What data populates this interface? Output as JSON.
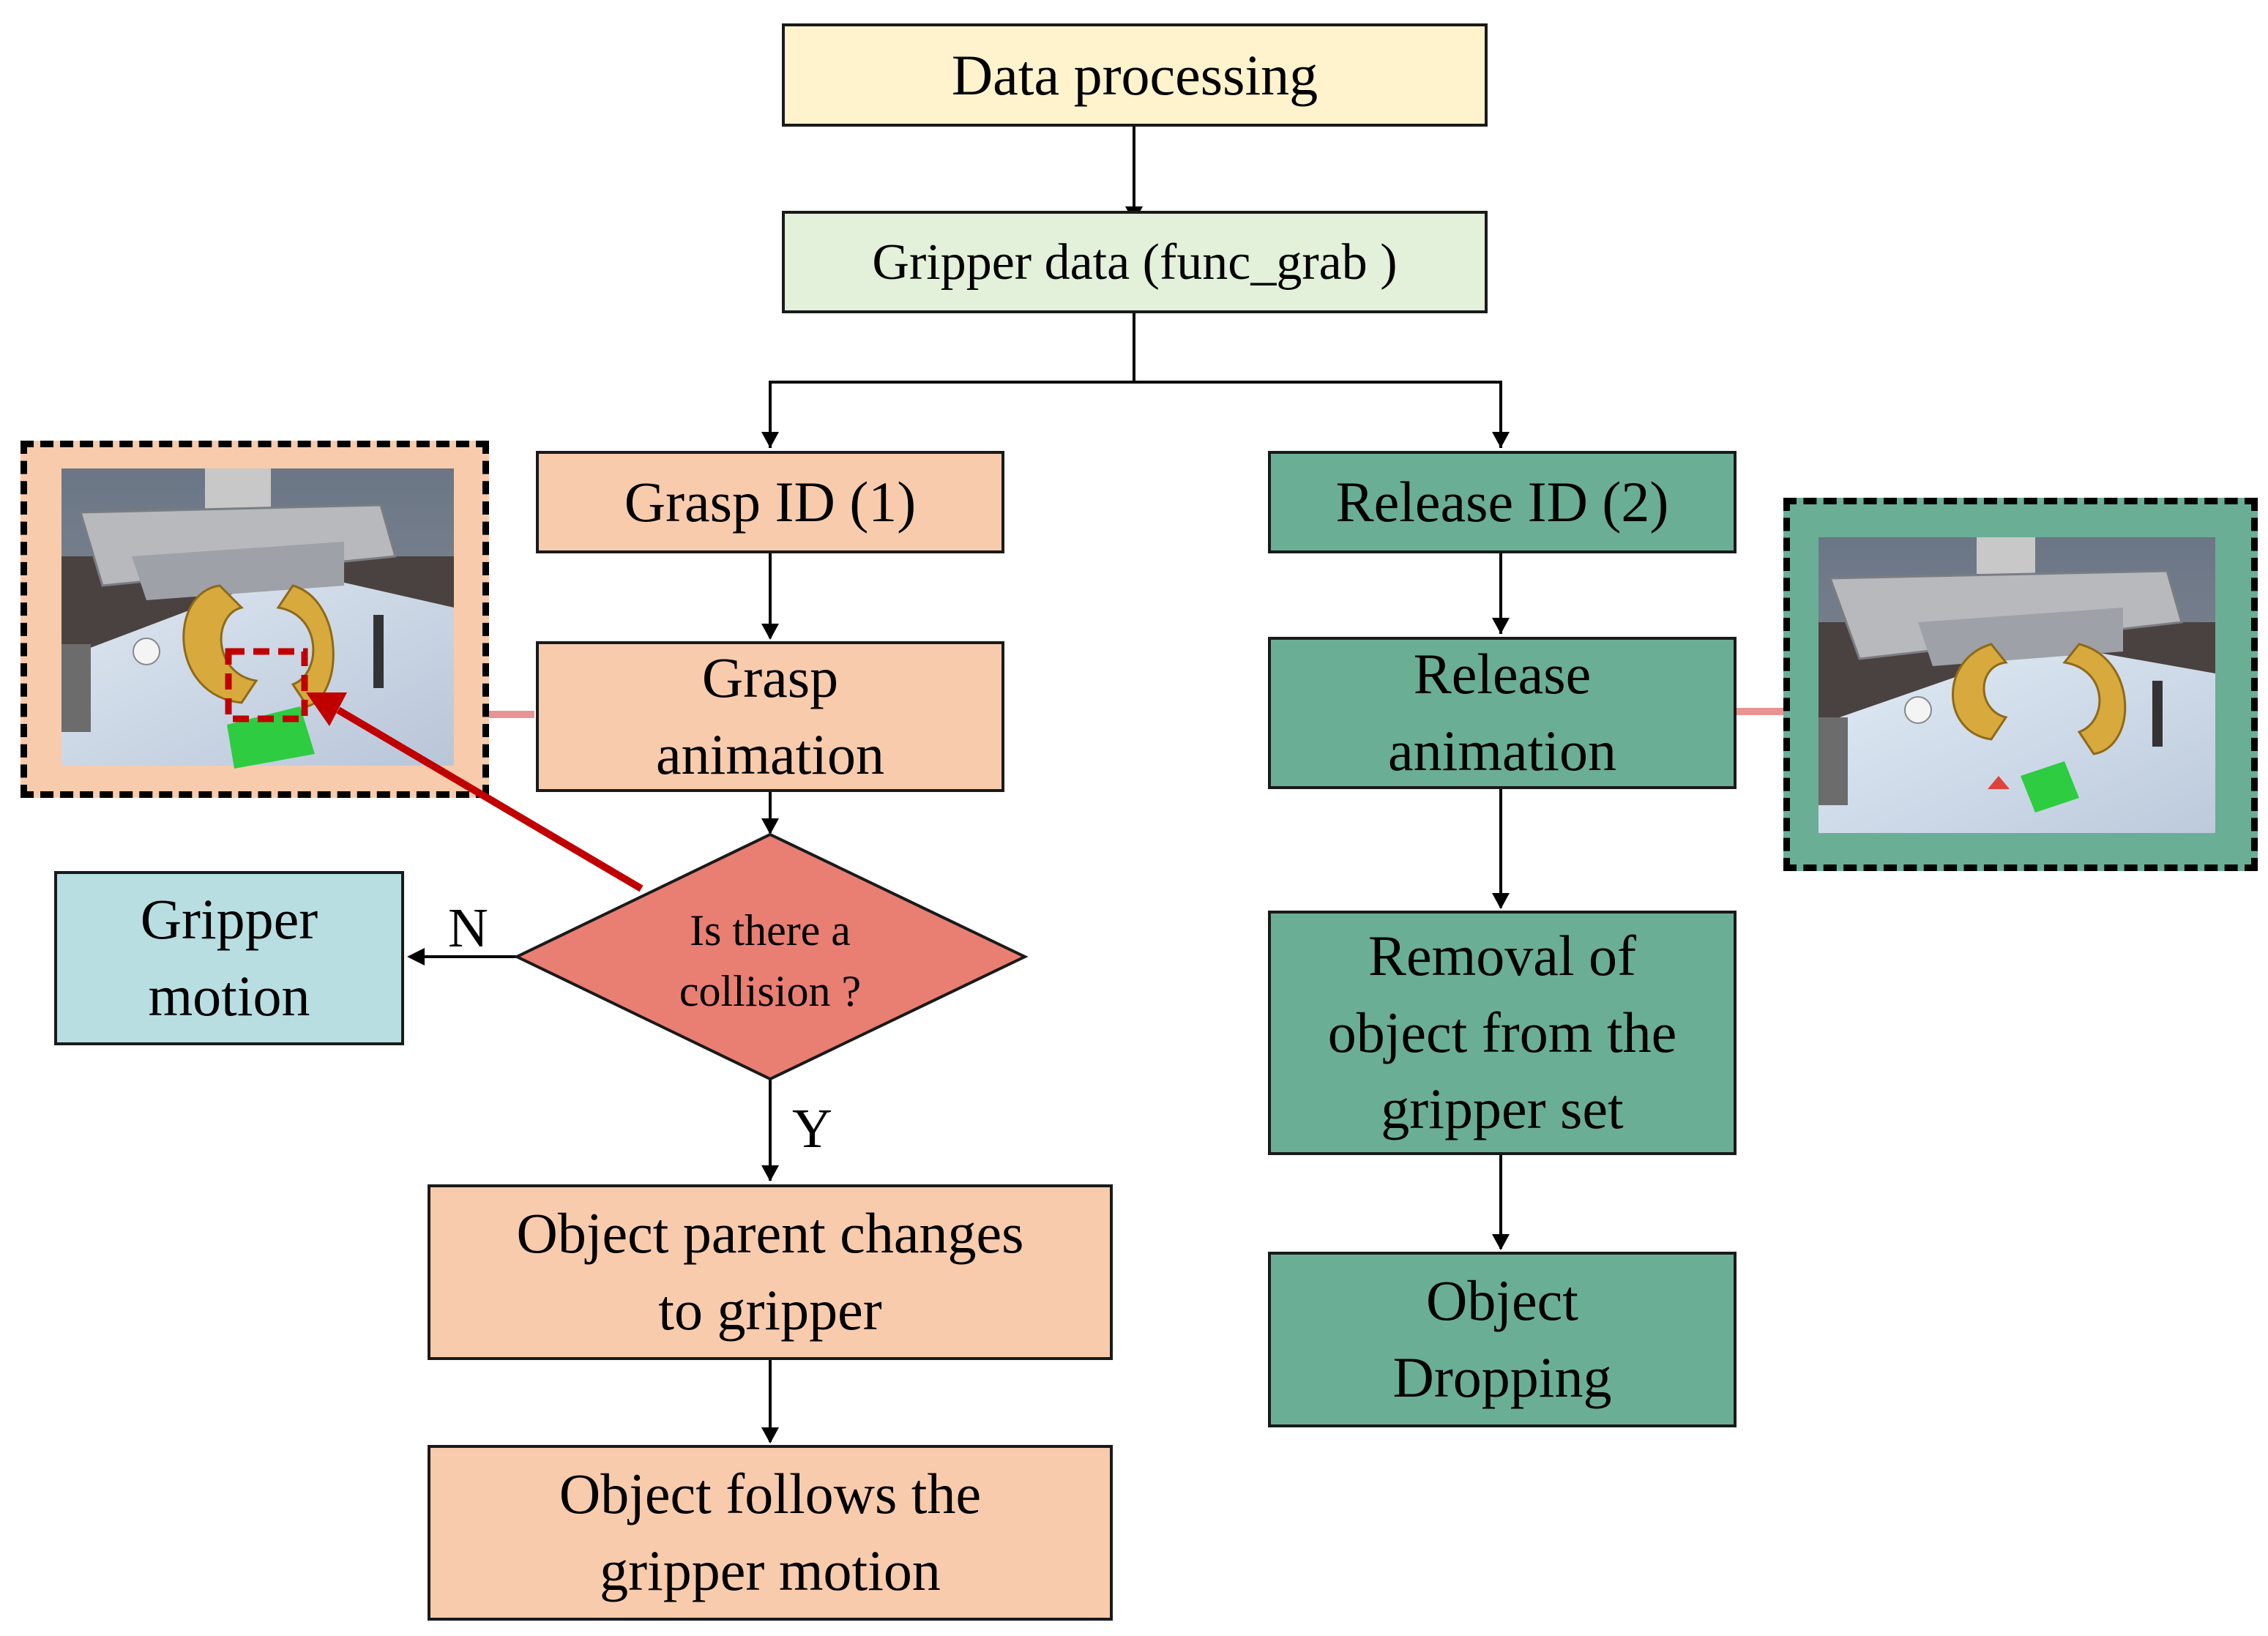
{
  "colors": {
    "yellow": "#FEF3CC",
    "light_green": "#E3F0DA",
    "peach": "#F8CBAD",
    "teal": "#6AAE96",
    "light_blue": "#B8DEE2",
    "decision": "#E97E73",
    "red_arrow": "#C00000",
    "pink_arrow": "#E99494"
  },
  "nodes": {
    "data_processing": "Data processing",
    "gripper_data": "Gripper data (func_grab )",
    "grasp_id": "Grasp ID (1)",
    "release_id": "Release ID (2)",
    "grasp_animation": "Grasp\nanimation",
    "release_animation": "Release\nanimation",
    "collision": "Is there a\ncollision ?",
    "gripper_motion": "Gripper\nmotion",
    "parent_changes": "Object parent changes\nto gripper",
    "follows": "Object follows the\ngripper motion",
    "removal": "Removal of\nobject from the\ngripper set",
    "dropping": "Object\nDropping"
  },
  "edge_labels": {
    "no": "N",
    "yes": "Y"
  },
  "images": {
    "grasp_scene": "grasp-scene-render",
    "release_scene": "release-scene-render"
  }
}
